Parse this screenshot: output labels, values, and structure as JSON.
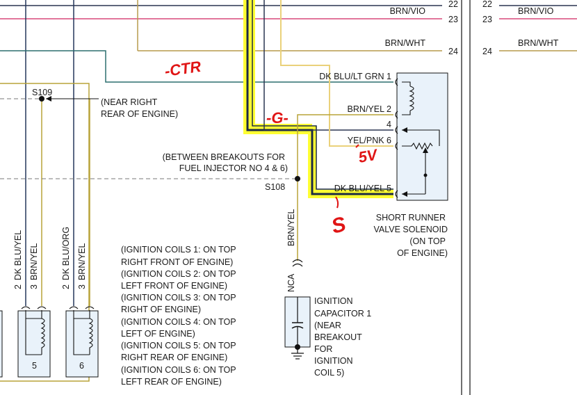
{
  "pins_left": [
    "22",
    "23",
    "24"
  ],
  "pins_right": [
    "22",
    "23",
    "24"
  ],
  "wire_labels_top": {
    "brn_vio": "BRN/VIO",
    "brn_wht": "BRN/WHT",
    "brn_vio_r": "BRN/VIO",
    "brn_wht_r": "BRN/WHT"
  },
  "solenoid": {
    "pins": [
      {
        "label": "DK BLU/LT GRN 1"
      },
      {
        "label": "BRN/YEL 2"
      },
      {
        "label": "4"
      },
      {
        "label": "YEL/PNK 6"
      },
      {
        "label": "DK BLU/YEL 5"
      }
    ],
    "title_lines": [
      "SHORT RUNNER",
      "VALVE SOLENOID",
      "(ON TOP",
      "OF ENGINE)"
    ]
  },
  "splices": {
    "s109": {
      "name": "S109",
      "note_lines": [
        "(NEAR RIGHT",
        "REAR OF ENGINE)"
      ]
    },
    "s108": {
      "name": "S108",
      "note_lines": [
        "(BETWEEN BREAKOUTS FOR",
        "FUEL INJECTOR NO 4 & 6)"
      ]
    }
  },
  "capacitor": {
    "wire": "BRN/YEL",
    "connector": "NCA",
    "label_lines": [
      "IGNITION",
      "CAPACITOR 1",
      "(NEAR",
      "BREAKOUT",
      "FOR",
      "IGNITION",
      "COIL 5)"
    ]
  },
  "coils": [
    {
      "number": "5",
      "pin_a": "2",
      "wire_a": "DK BLU/YEL",
      "pin_b": "3",
      "wire_b": "BRN/YEL"
    },
    {
      "number": "6",
      "pin_a": "2",
      "wire_a": "DK BLU/ORG",
      "pin_b": "3",
      "wire_b": "BRN/YEL"
    }
  ],
  "coil_notes": [
    "(IGNITION COILS 1: ON TOP",
    "RIGHT FRONT OF ENGINE)",
    "(IGNITION COILS 2: ON TOP",
    "LEFT FRONT OF ENGINE)",
    "(IGNITION COILS 3: ON TOP",
    "RIGHT OF ENGINE)",
    "(IGNITION COILS 4: ON TOP",
    "LEFT OF ENGINE)",
    "(IGNITION COILS 5: ON TOP",
    "RIGHT REAR OF ENGINE)",
    "(IGNITION COILS 6: ON TOP",
    "LEFT REAR OF ENGINE)"
  ],
  "annotations": {
    "ctr": "-CTR",
    "g": "-G-",
    "five_v": "5V",
    "s": "S"
  },
  "colors": {
    "highlight": "#ffff33",
    "wire_dark": "#1c2a44",
    "wire_teal": "#2b6f6f",
    "wire_brn_yel": "#b8a338",
    "wire_brn_wht": "#b79a4c",
    "wire_yel_pnk": "#ead17a",
    "wire_brn_vio": "#d9487a",
    "wire_navy": "#24365a",
    "annotation_red": "#e01515",
    "component_fill": "#e9f2fa"
  }
}
